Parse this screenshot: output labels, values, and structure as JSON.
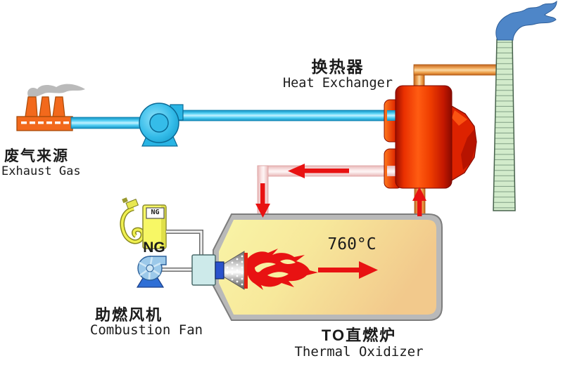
{
  "labels": {
    "exhaust_source": {
      "zh": "废气来源",
      "en": "Exhaust Gas"
    },
    "heat_exchanger": {
      "zh": "换热器",
      "en": "Heat Exchanger"
    },
    "combustion_fan": {
      "zh": "助燃风机",
      "en": "Combustion Fan"
    },
    "thermal_oxidizer": {
      "zh": "TO直燃炉",
      "en": "Thermal Oxidizer"
    },
    "ng_pump_badge": "NG",
    "ng_pump_label": "NG",
    "furnace_temperature": "760°C"
  },
  "colors": {
    "factory_orange": "#f2691c",
    "cold_pipe_blue": "#35bbe8",
    "blower_blue": "#29b4e4",
    "hot_pipe_pink": "#f6d6d6",
    "flue_pipe_orange": "#eb9c44",
    "heat_exchanger_red": "#e93000",
    "chimney_green": "#d2ebcb",
    "chimney_smoke_blue": "#4e86c8",
    "tank_fill_yellow": "#f9f4a6",
    "tank_fill_peach": "#f2c98c",
    "tank_border_gray": "#b9b9b9",
    "arrow_red": "#e81212",
    "fan_blue": "#9cc9ea",
    "ng_pump_yellow": "#f7f765",
    "burner_box_cyan": "#cdeaea",
    "burner_connector_blue": "#2a52cc"
  }
}
